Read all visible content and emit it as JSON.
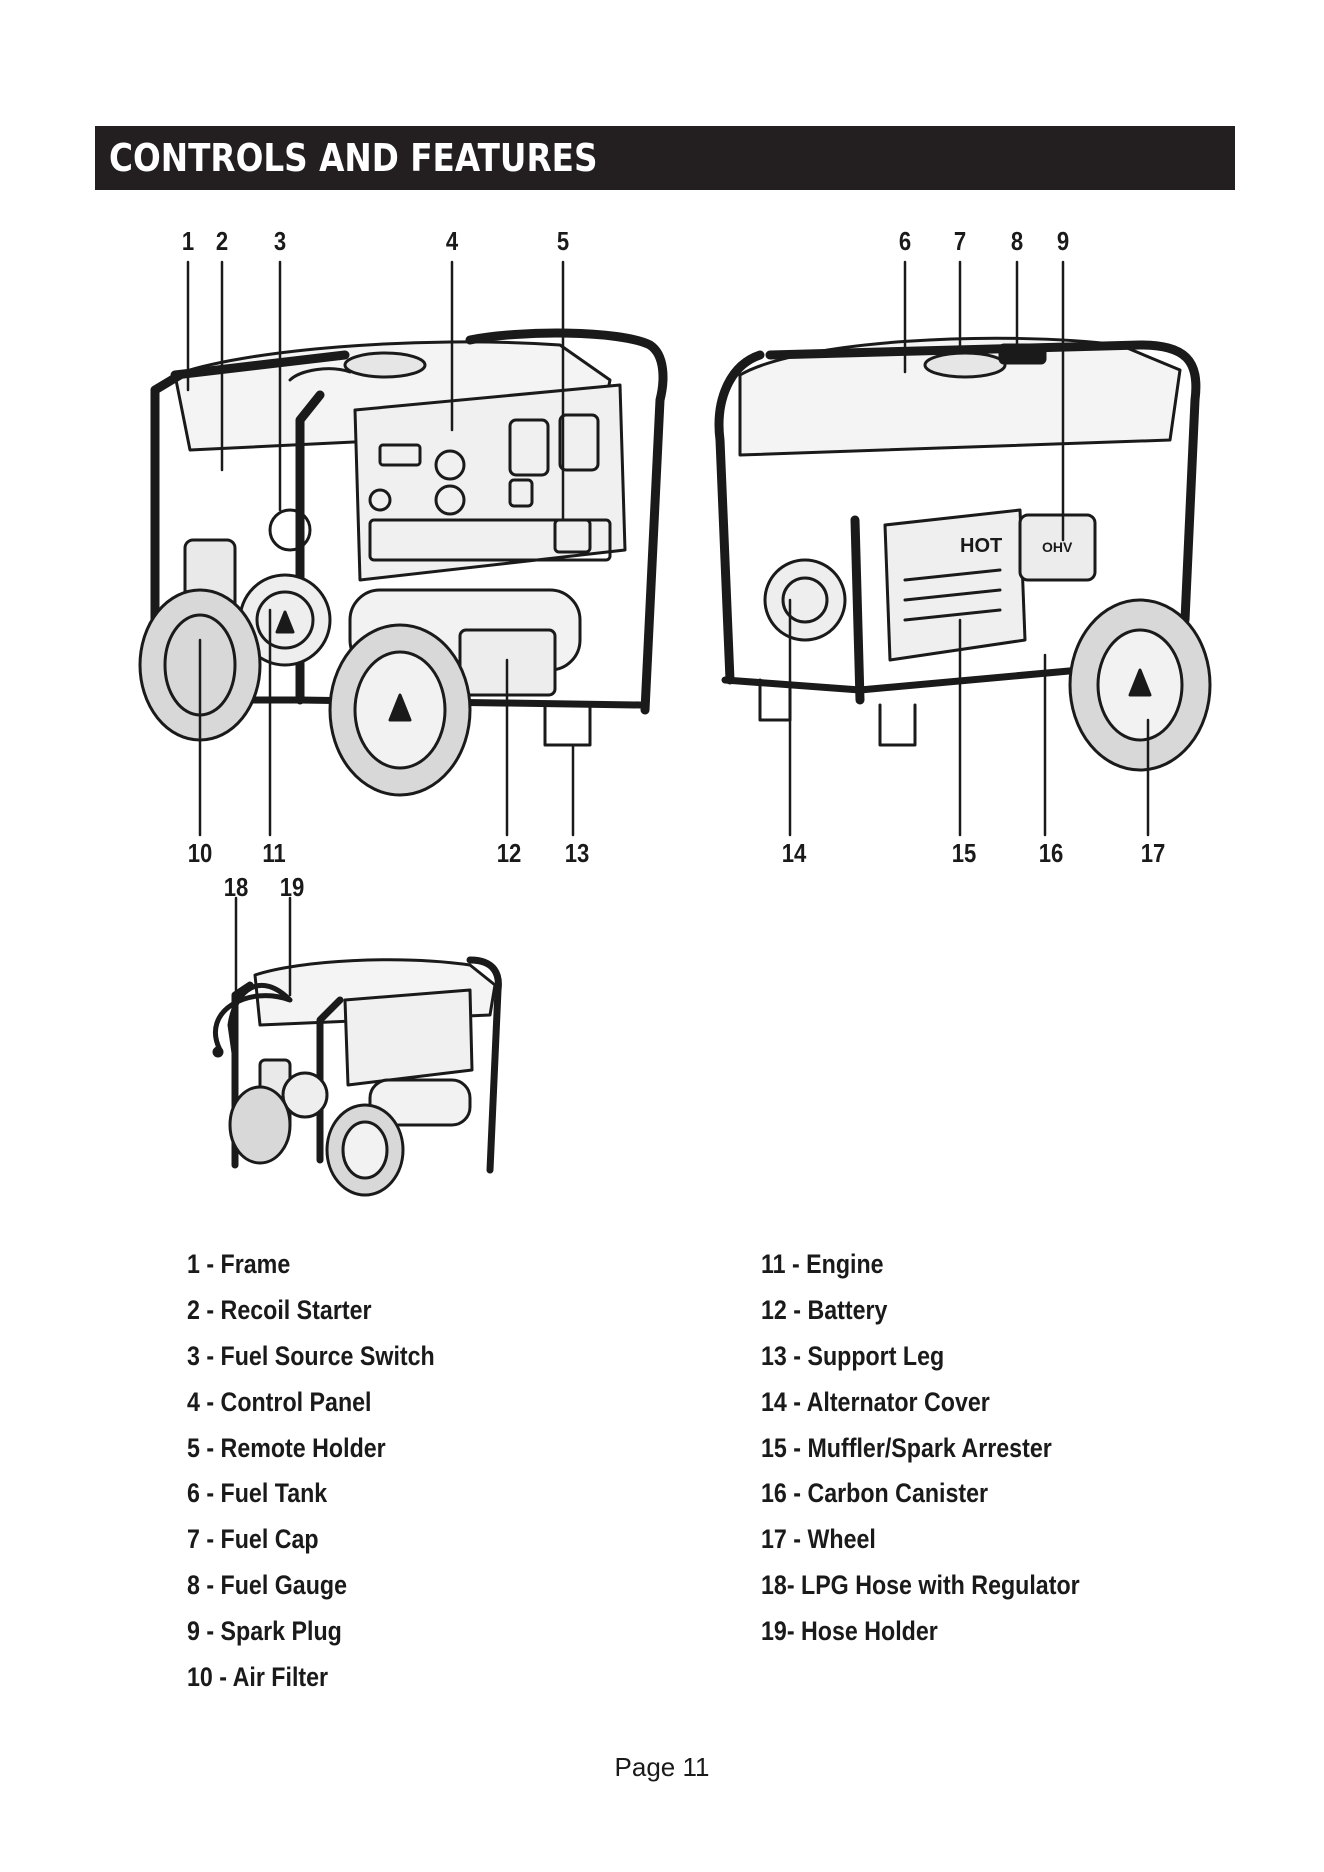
{
  "header": {
    "title": "CONTROLS AND FEATURES"
  },
  "callouts": [
    "1",
    "2",
    "3",
    "4",
    "5",
    "6",
    "7",
    "8",
    "9",
    "10",
    "11",
    "12",
    "13",
    "14",
    "15",
    "16",
    "17",
    "18",
    "19"
  ],
  "legend": {
    "left": [
      "1 - Frame",
      "2 - Recoil Starter",
      "3 - Fuel Source Switch",
      "4 - Control Panel",
      "5 - Remote Holder",
      "6 - Fuel Tank",
      "7 - Fuel Cap",
      "8 - Fuel Gauge",
      "9 - Spark Plug",
      "10 - Air Filter"
    ],
    "right": [
      "11 - Engine",
      "12 - Battery",
      "13 - Support Leg",
      "14 - Alternator Cover",
      "15 - Muffler/Spark Arrester",
      "16 - Carbon Canister",
      "17 - Wheel",
      "18- LPG Hose with Regulator",
      "19- Hose Holder"
    ]
  },
  "diagram": {
    "labels": {
      "hot": "HOT",
      "ohv": "OHV"
    }
  },
  "footer": {
    "page": "Page 11"
  }
}
